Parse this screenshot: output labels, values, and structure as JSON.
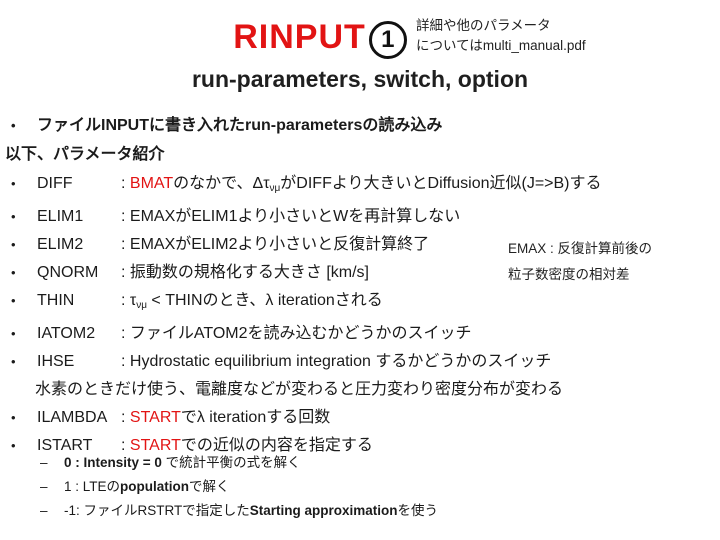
{
  "colors": {
    "accent_red": "#e21414",
    "text": "#1b1b1b"
  },
  "title": {
    "text": "RINPUT",
    "badge": "1",
    "note_line1": "詳細や他のパラメータ",
    "note_line2": "についてはmulti_manual.pdf"
  },
  "subtitle": "run-parameters, switch, option",
  "intro": {
    "bullet_char": "•",
    "bullet_text": "ファイルINPUTに書き入れたrun-parametersの読み込み",
    "following_line": "以下、パラメータ紹介"
  },
  "parameters": [
    {
      "name": "DIFF",
      "parts": [
        {
          "t": ": "
        },
        {
          "t": "BMAT",
          "red": true
        },
        {
          "t": "のなかで、Δτ"
        },
        {
          "t": "νμ",
          "sub": true
        },
        {
          "t": "がDIFFより大きいとDiffusion近似(J=>B)する"
        }
      ]
    },
    {
      "name": "ELIM1",
      "parts": [
        {
          "t": ": EMAXがELIM1より小さいとWを再計算しない"
        }
      ]
    },
    {
      "name": "ELIM2",
      "parts": [
        {
          "t": ": EMAXがELIM2より小さいと反復計算終了"
        }
      ]
    },
    {
      "name": "QNORM",
      "parts": [
        {
          "t": ": 振動数の規格化する大きさ [km/s]"
        }
      ]
    },
    {
      "name": "THIN",
      "parts": [
        {
          "t": ": τ"
        },
        {
          "t": "νμ",
          "sub": true
        },
        {
          "t": " < THINのとき、λ iterationされる"
        }
      ]
    },
    {
      "name": "IATOM2",
      "parts": [
        {
          "t": ": ファイルATOM2を読み込むかどうかのスイッチ"
        }
      ]
    },
    {
      "name": "IHSE",
      "parts": [
        {
          "t": ": Hydrostatic equilibrium integration するかどうかのスイッチ"
        }
      ]
    },
    {
      "name": null,
      "continuation": true,
      "parts": [
        {
          "t": "水素のときだけ使う、電離度などが変わると圧力変わり密度分布が変わる"
        }
      ]
    },
    {
      "name": "ILAMBDA",
      "parts": [
        {
          "t": ": "
        },
        {
          "t": "START",
          "red": true
        },
        {
          "t": "でλ iterationする回数"
        }
      ]
    },
    {
      "name": "ISTART",
      "parts": [
        {
          "t": ": "
        },
        {
          "t": "START",
          "red": true
        },
        {
          "t": "での近似の内容を指定する"
        }
      ]
    }
  ],
  "side_note": {
    "line1": "EMAX : 反復計算前後の",
    "line2": "粒子数密度の相対差"
  },
  "sub_bullets": {
    "dash_char": "–",
    "items": [
      {
        "parts": [
          {
            "t": "0 : Intensity = 0 ",
            "b": true
          },
          {
            "t": "で統計平衡の式を解く"
          }
        ]
      },
      {
        "parts": [
          {
            "t": "1 : LTEの"
          },
          {
            "t": "population",
            "b": true
          },
          {
            "t": "で解く"
          }
        ]
      },
      {
        "parts": [
          {
            "t": "-1: ファイルRSTRTで指定した"
          },
          {
            "t": "Starting approximation",
            "b": true
          },
          {
            "t": "を使う"
          }
        ]
      }
    ]
  }
}
